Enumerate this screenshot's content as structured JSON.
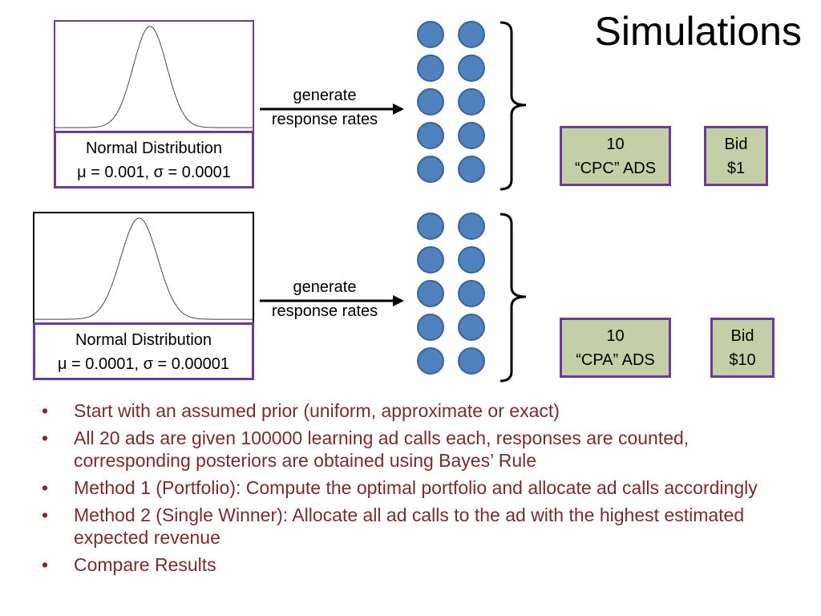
{
  "title": "Simulations",
  "rows": [
    {
      "distribution": {
        "name": "Normal Distribution",
        "params": "μ = 0.001, σ = 0.0001"
      },
      "arrow_label": [
        "generate",
        "response rates"
      ],
      "ad_box": [
        "10",
        "“CPC” ADS"
      ],
      "bid_box": [
        "Bid",
        "$1"
      ]
    },
    {
      "distribution": {
        "name": "Normal Distribution",
        "params": "μ = 0.0001, σ = 0.00001"
      },
      "arrow_label": [
        "generate",
        "response rates"
      ],
      "ad_box": [
        "10",
        "“CPA” ADS"
      ],
      "bid_box": [
        "Bid",
        "$10"
      ]
    }
  ],
  "bullets": [
    "Start with an assumed prior (uniform, approximate or exact)",
    "All 20 ads are given 100000 learning ad calls each, responses are counted, corresponding posteriors are obtained using Bayes’ Rule",
    "Method 1 (Portfolio): Compute the optimal portfolio and allocate ad calls accordingly",
    "Method 2 (Single Winner): Allocate all ad calls to the ad with the highest estimated expected revenue",
    "Compare Results"
  ],
  "bullet_marker": "•",
  "colors": {
    "circle_fill": "#4f81bd",
    "box_border": "#6a3c9a",
    "ad_box_fill": "#c4cfa8",
    "bullet_text": "#7a2b2b"
  }
}
